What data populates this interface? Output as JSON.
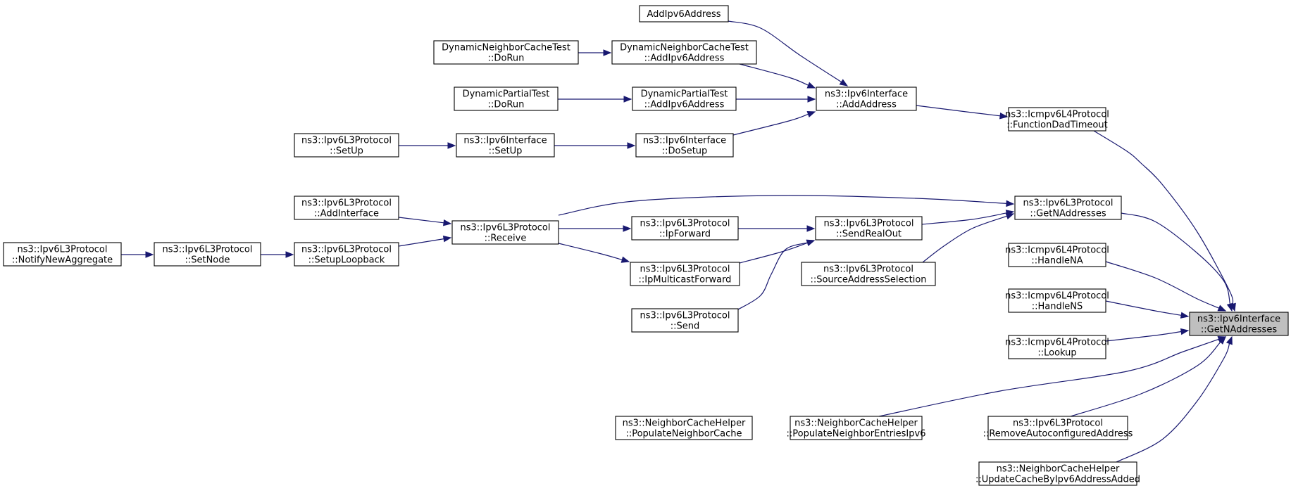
{
  "graph": {
    "nodes": [
      {
        "id": "root",
        "lines": [
          "ns3::Ipv6Interface",
          "::GetNAddresses"
        ],
        "highlighted": true
      },
      {
        "id": "icmp_fdt",
        "lines": [
          "ns3::Icmpv6L4Protocol",
          "::FunctionDadTimeout"
        ]
      },
      {
        "id": "l3_getn",
        "lines": [
          "ns3::Ipv6L3Protocol",
          "::GetNAddresses"
        ]
      },
      {
        "id": "icmp_na",
        "lines": [
          "ns3::Icmpv6L4Protocol",
          "::HandleNA"
        ]
      },
      {
        "id": "icmp_ns",
        "lines": [
          "ns3::Icmpv6L4Protocol",
          "::HandleNS"
        ]
      },
      {
        "id": "icmp_lookup",
        "lines": [
          "ns3::Icmpv6L4Protocol",
          "::Lookup"
        ]
      },
      {
        "id": "l3_remove",
        "lines": [
          "ns3::Ipv6L3Protocol",
          "::RemoveAutoconfiguredAddress"
        ]
      },
      {
        "id": "nch_update",
        "lines": [
          "ns3::NeighborCacheHelper",
          "::UpdateCacheByIpv6AddressAdded"
        ]
      },
      {
        "id": "nch_popentries",
        "lines": [
          "ns3::NeighborCacheHelper",
          "::PopulateNeighborEntriesIpv6"
        ]
      },
      {
        "id": "nch_popcache",
        "lines": [
          "ns3::NeighborCacheHelper",
          "::PopulateNeighborCache"
        ]
      },
      {
        "id": "if_addaddress",
        "lines": [
          "ns3::Ipv6Interface",
          "::AddAddress"
        ]
      },
      {
        "id": "addipv6",
        "lines": [
          "AddIpv6Address"
        ]
      },
      {
        "id": "dnc_add",
        "lines": [
          "DynamicNeighborCacheTest",
          "::AddIpv6Address"
        ]
      },
      {
        "id": "dnc_dorun",
        "lines": [
          "DynamicNeighborCacheTest",
          "::DoRun"
        ]
      },
      {
        "id": "dp_add",
        "lines": [
          "DynamicPartialTest",
          "::AddIpv6Address"
        ]
      },
      {
        "id": "dp_dorun",
        "lines": [
          "DynamicPartialTest",
          "::DoRun"
        ]
      },
      {
        "id": "if_dosetup",
        "lines": [
          "ns3::Ipv6Interface",
          "::DoSetup"
        ]
      },
      {
        "id": "if_setup",
        "lines": [
          "ns3::Ipv6Interface",
          "::SetUp"
        ]
      },
      {
        "id": "l3_setup",
        "lines": [
          "ns3::Ipv6L3Protocol",
          "::SetUp"
        ]
      },
      {
        "id": "l3_sendrealout",
        "lines": [
          "ns3::Ipv6L3Protocol",
          "::SendRealOut"
        ]
      },
      {
        "id": "l3_srcsel",
        "lines": [
          "ns3::Ipv6L3Protocol",
          "::SourceAddressSelection"
        ]
      },
      {
        "id": "l3_ipforward",
        "lines": [
          "ns3::Ipv6L3Protocol",
          "::IpForward"
        ]
      },
      {
        "id": "l3_ipmcast",
        "lines": [
          "ns3::Ipv6L3Protocol",
          "::IpMulticastForward"
        ]
      },
      {
        "id": "l3_send",
        "lines": [
          "ns3::Ipv6L3Protocol",
          "::Send"
        ]
      },
      {
        "id": "l3_receive",
        "lines": [
          "ns3::Ipv6L3Protocol",
          "::Receive"
        ]
      },
      {
        "id": "l3_addif",
        "lines": [
          "ns3::Ipv6L3Protocol",
          "::AddInterface"
        ]
      },
      {
        "id": "l3_setuploop",
        "lines": [
          "ns3::Ipv6L3Protocol",
          "::SetupLoopback"
        ]
      },
      {
        "id": "l3_setnode",
        "lines": [
          "ns3::Ipv6L3Protocol",
          "::SetNode"
        ]
      },
      {
        "id": "l3_notify",
        "lines": [
          "ns3::Ipv6L3Protocol",
          "::NotifyNewAggregate"
        ]
      }
    ],
    "edges": [
      {
        "from": "icmp_fdt",
        "to": "root"
      },
      {
        "from": "l3_getn",
        "to": "root"
      },
      {
        "from": "icmp_na",
        "to": "root"
      },
      {
        "from": "icmp_ns",
        "to": "root"
      },
      {
        "from": "icmp_lookup",
        "to": "root"
      },
      {
        "from": "nch_popentries",
        "to": "root"
      },
      {
        "from": "l3_remove",
        "to": "root"
      },
      {
        "from": "nch_update",
        "to": "root"
      },
      {
        "from": "if_addaddress",
        "to": "icmp_fdt"
      },
      {
        "from": "addipv6",
        "to": "if_addaddress"
      },
      {
        "from": "dnc_add",
        "to": "if_addaddress"
      },
      {
        "from": "dp_add",
        "to": "if_addaddress"
      },
      {
        "from": "if_dosetup",
        "to": "if_addaddress"
      },
      {
        "from": "dnc_dorun",
        "to": "dnc_add"
      },
      {
        "from": "dp_dorun",
        "to": "dp_add"
      },
      {
        "from": "if_setup",
        "to": "if_dosetup"
      },
      {
        "from": "l3_setup",
        "to": "if_setup"
      },
      {
        "from": "l3_receive",
        "to": "l3_getn"
      },
      {
        "from": "l3_sendrealout",
        "to": "l3_getn"
      },
      {
        "from": "l3_srcsel",
        "to": "l3_getn"
      },
      {
        "from": "l3_ipforward",
        "to": "l3_sendrealout"
      },
      {
        "from": "l3_ipmcast",
        "to": "l3_sendrealout"
      },
      {
        "from": "l3_send",
        "to": "l3_sendrealout"
      },
      {
        "from": "l3_receive",
        "to": "l3_ipforward"
      },
      {
        "from": "l3_receive",
        "to": "l3_ipmcast"
      },
      {
        "from": "l3_addif",
        "to": "l3_receive"
      },
      {
        "from": "l3_setuploop",
        "to": "l3_receive"
      },
      {
        "from": "l3_setnode",
        "to": "l3_setuploop"
      },
      {
        "from": "l3_notify",
        "to": "l3_setnode"
      },
      {
        "from": "nch_popcache",
        "to": "nch_popentries"
      },
      {
        "from": "nch_popentries",
        "to": "nch_update"
      }
    ]
  }
}
